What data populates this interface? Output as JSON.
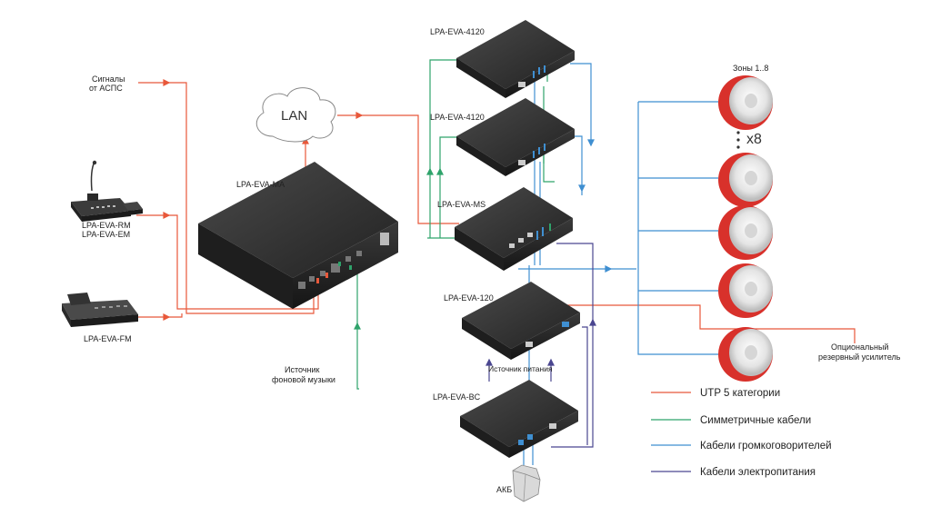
{
  "colors": {
    "utp": "#e8583a",
    "symmetric": "#2fa36b",
    "speaker": "#3f8fd1",
    "power": "#4a4690",
    "device_dark": "#2b2b2b",
    "speaker_red": "#d8312b"
  },
  "inputs": {
    "signals_line1": "Сигналы",
    "signals_line2": "от АСПС",
    "background_music_line1": "Источник",
    "background_music_line2": "фоновой музыки",
    "power_source": "Источник питания",
    "reserve_line1": "Опциональный",
    "reserve_line2": "резервный усилитель"
  },
  "devices": {
    "rm": "LPA-EVA-RM",
    "em": "LPA-EVA-EM",
    "fm": "LPA-EVA-FM",
    "ma": "LPA-EVA-MA",
    "amp1": "LPA-EVA-4120",
    "amp2": "LPA-EVA-4120",
    "ms": "LPA-EVA-MS",
    "amp120": "LPA-EVA-120",
    "bc": "LPA-EVA-BC",
    "battery": "АКБ",
    "lan": "LAN"
  },
  "zones": {
    "label": "Зоны 1..8",
    "multiplier": "x8"
  },
  "legend": [
    {
      "label": "UTP 5 категории",
      "color_key": "utp"
    },
    {
      "label": "Симметричные кабели",
      "color_key": "symmetric"
    },
    {
      "label": "Кабели громкоговорителей",
      "color_key": "speaker"
    },
    {
      "label": "Кабели электропитания",
      "color_key": "power"
    }
  ]
}
